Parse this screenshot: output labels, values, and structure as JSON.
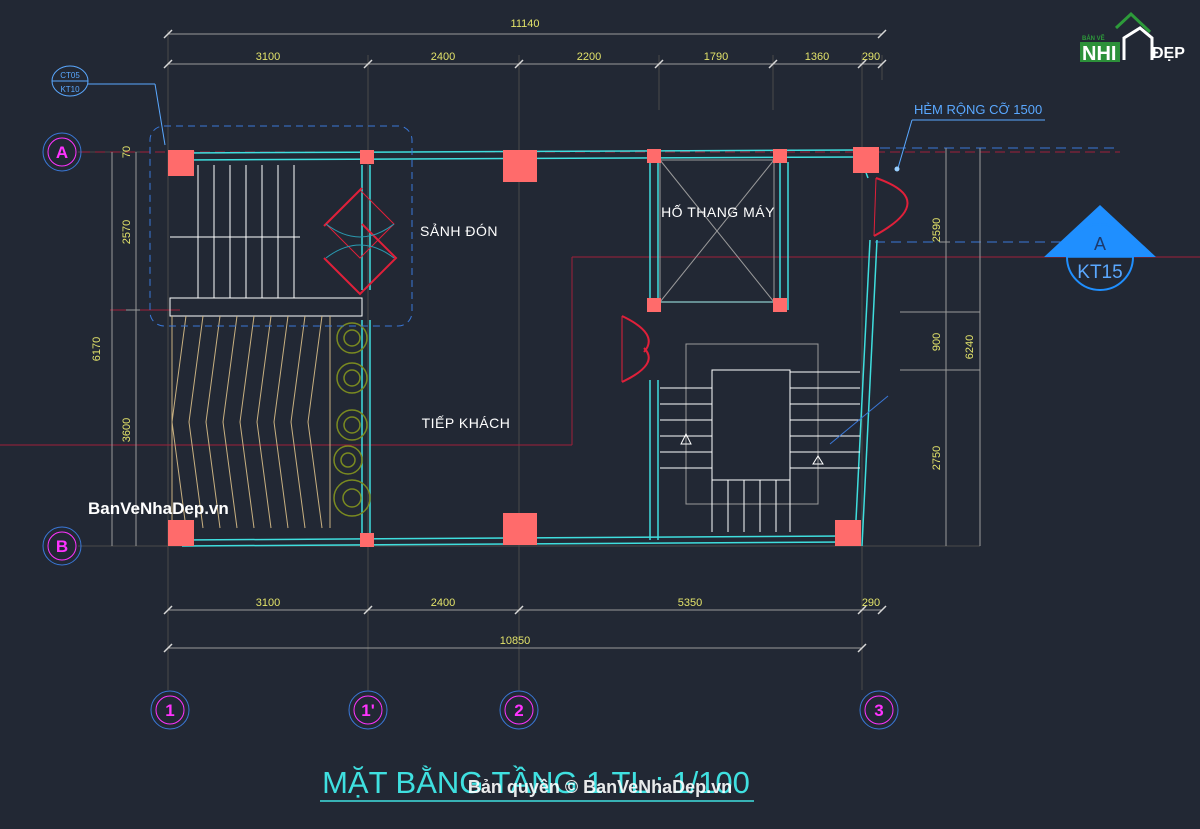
{
  "drawing": {
    "title": "MẶT BẰNG TẦNG 1 TL : 1/100",
    "copyright": "Bản quyền © BanVeNhaDep.vn",
    "watermark": "BanVeNhaDep.vn"
  },
  "logo": {
    "small": "BẢN VẼ",
    "nhi": "NHI",
    "dep": "ĐẸP"
  },
  "rooms": {
    "lobby": "SẢNH ĐÓN",
    "elevator": "HỐ THANG MÁY",
    "reception": "TIẾP KHÁCH"
  },
  "callouts": {
    "alley": "HẺM RỘNG CỠ 1500",
    "tag_top": "CT05",
    "tag_bottom": "KT10",
    "section_letter": "A",
    "section_sheet": "KT15"
  },
  "grid_labels": {
    "rows": [
      "A",
      "B"
    ],
    "cols": [
      "1",
      "1'",
      "2",
      "3"
    ]
  },
  "dimensions": {
    "top_total": "11140",
    "top_segments": [
      "3100",
      "2400",
      "2200",
      "1790",
      "1360",
      "290"
    ],
    "bottom_segments": [
      "3100",
      "2400",
      "5350",
      "290"
    ],
    "bottom_total": "10850",
    "left_outer": "6170",
    "left_inner": [
      "70",
      "2570",
      "3600"
    ],
    "right_inner": [
      "2590",
      "900",
      "2750"
    ],
    "right_outer": "6240"
  },
  "colors": {
    "background": "#222834",
    "wall": "#3fdede",
    "column": "#ff6b6b",
    "dimension_text": "#e3e36a",
    "grid_label": "#ff33ff",
    "callout": "#5aa8ff",
    "section_marker": "#1f8fff",
    "stair_line": "#ffffff",
    "door": "#e0203a",
    "axis_red": "#a0203a",
    "plants": "#7a8a20",
    "title": "#3fe0e0"
  }
}
